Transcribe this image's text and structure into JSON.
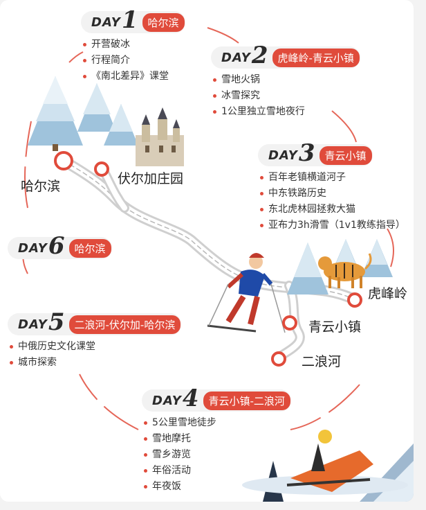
{
  "days": [
    {
      "word": "DAY",
      "num": "1",
      "tag": "哈尔滨",
      "items": [
        "开营破冰",
        "行程简介",
        "《南北差异》课堂"
      ]
    },
    {
      "word": "DAY",
      "num": "2",
      "tag": "虎峰岭-青云小镇",
      "items": [
        "雪地火锅",
        "冰雪探究",
        "1公里独立雪地夜行"
      ]
    },
    {
      "word": "DAY",
      "num": "3",
      "tag": "青云小镇",
      "items": [
        "百年老镇横道河子",
        "中东铁路历史",
        "东北虎林园拯救大猫",
        "亚布力3h滑雪（1v1教练指导）"
      ]
    },
    {
      "word": "DAY",
      "num": "4",
      "tag": "青云小镇-二浪河",
      "items": [
        "5公里雪地徒步",
        "雪地摩托",
        "雪乡游览",
        "年俗活动",
        "年夜饭"
      ]
    },
    {
      "word": "DAY",
      "num": "5",
      "tag": "二浪河-伏尔加-哈尔滨",
      "items": [
        "中俄历史文化课堂",
        "城市探索"
      ]
    },
    {
      "word": "DAY",
      "num": "6",
      "tag": "哈尔滨",
      "items": []
    }
  ],
  "places": {
    "harbin": "哈尔滨",
    "volga": "伏尔加庄园",
    "hufengling": "虎峰岭",
    "qingyun": "青云小镇",
    "erlanghe": "二浪河"
  },
  "colors": {
    "accent": "#e04b3b",
    "pill": "#f2f2f2",
    "snow_tree": "#bcd6e8"
  },
  "icons": [
    "snow-tree-icon",
    "castle-icon",
    "skier-icon",
    "tiger-icon",
    "snowmobile-icon",
    "location-pin-icon"
  ]
}
